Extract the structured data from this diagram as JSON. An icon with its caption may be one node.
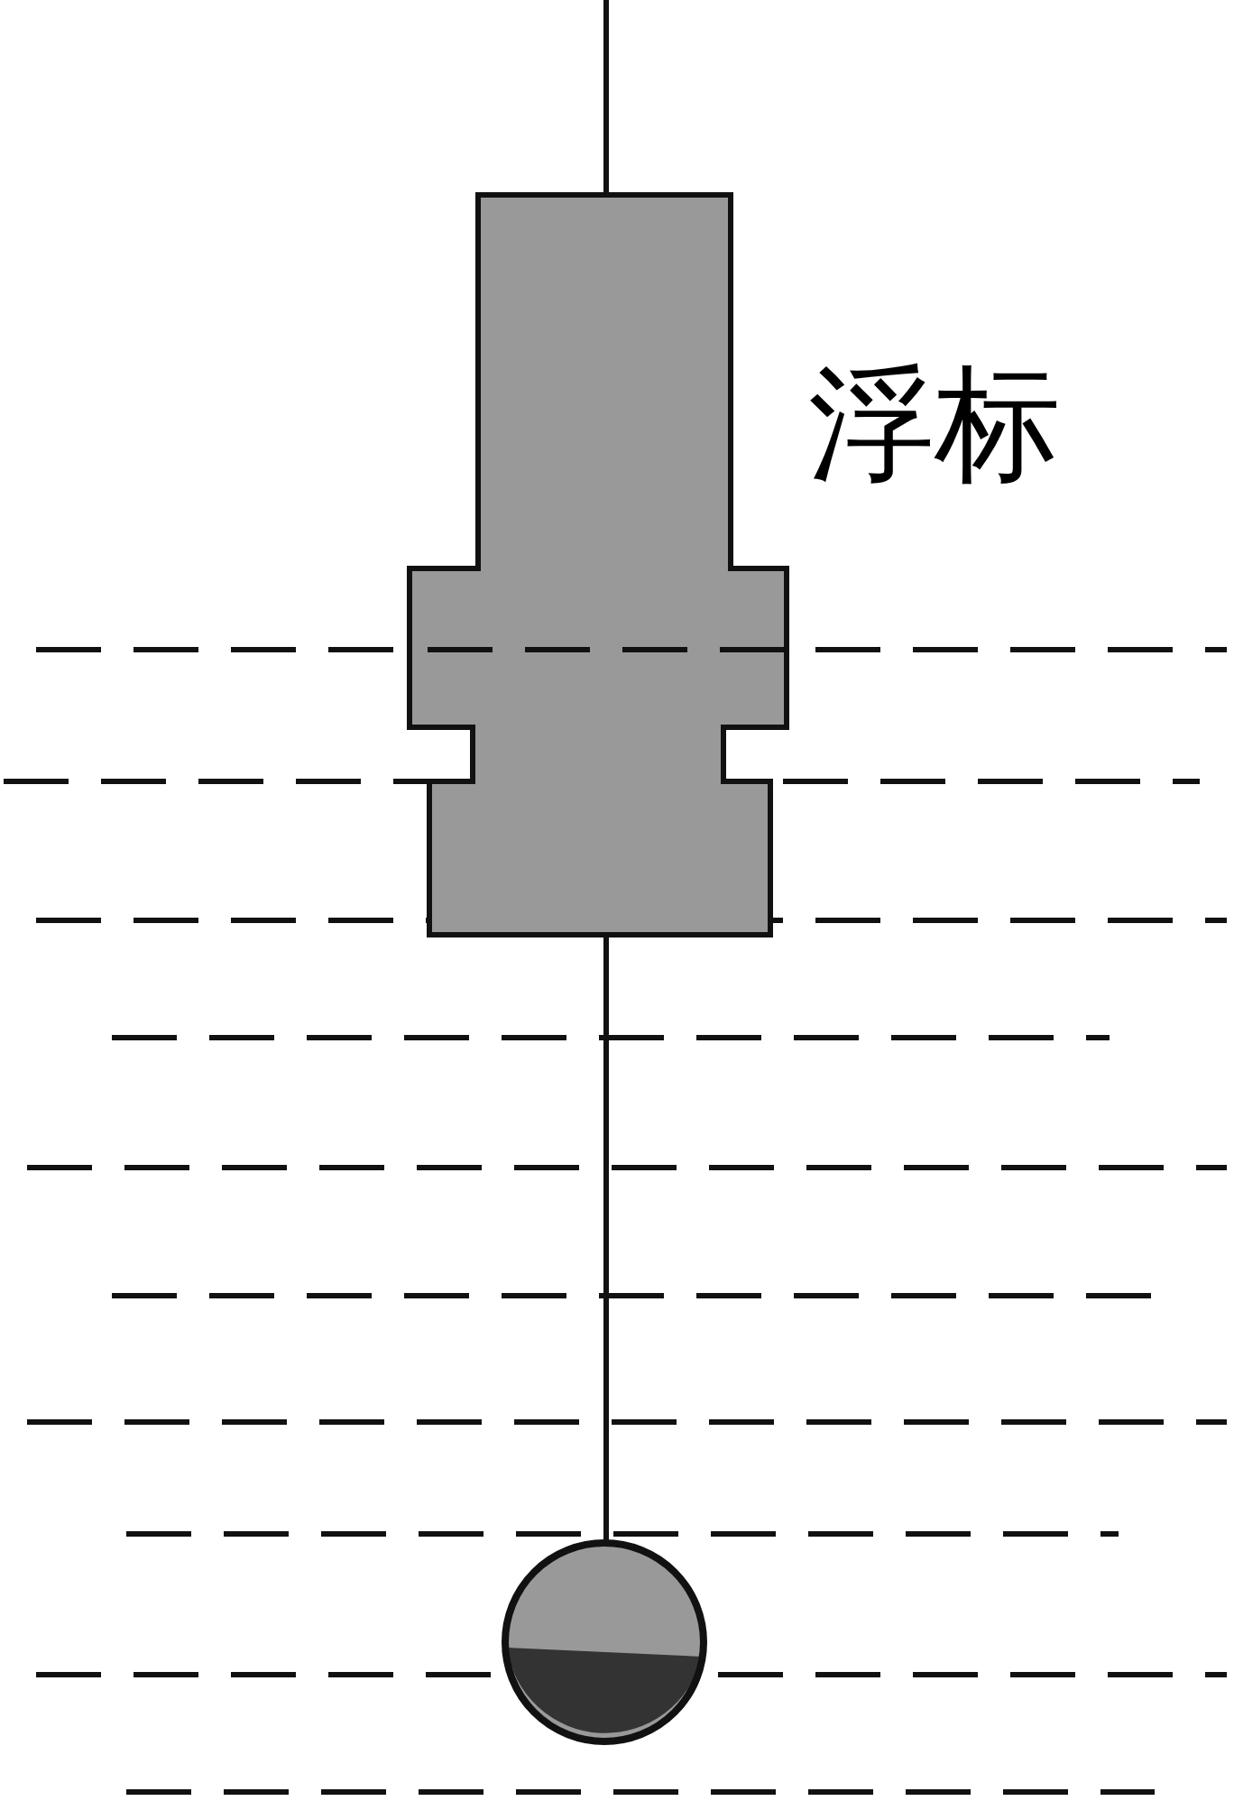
{
  "diagram": {
    "nodes": [
      {
        "text": [],
        "shape": "box",
        "beside": [
          "浮标"
        ]
      },
      {
        "text": [],
        "shape": "circle"
      }
    ],
    "edges": [
      {
        "from": null,
        "to": 0,
        "arrow": "none"
      },
      {
        "from": 0,
        "to": 1,
        "arrow": "none"
      }
    ]
  }
}
